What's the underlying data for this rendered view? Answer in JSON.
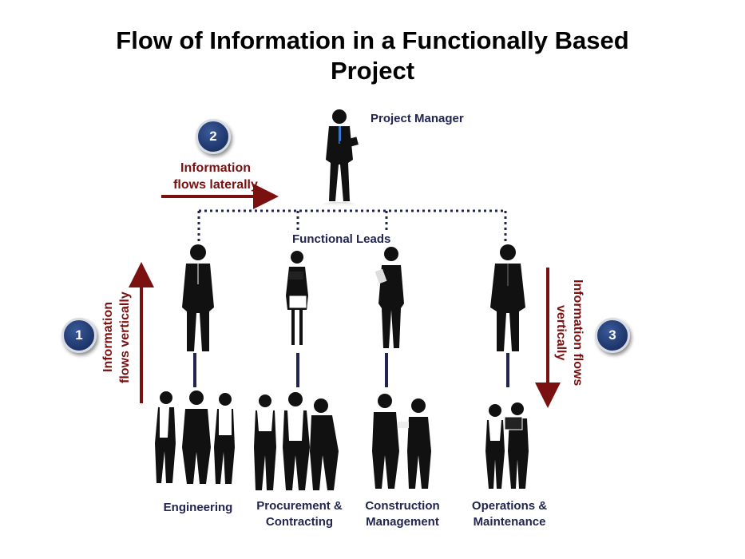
{
  "title": {
    "line1": "Flow of Information  in a Functionally Based",
    "line2": "Project"
  },
  "project_manager": {
    "label": "Project  Manager"
  },
  "functional_leads": {
    "label": "Functional  Leads"
  },
  "flows": [
    {
      "number": "1",
      "line1": "Information",
      "line2": "flows vertically"
    },
    {
      "number": "2",
      "line1": "Information",
      "line2": "flows laterally"
    },
    {
      "number": "3",
      "line1": "Information flows",
      "line2": "vertically"
    }
  ],
  "departments": [
    {
      "line1": "Engineering",
      "line2": ""
    },
    {
      "line1": "Procurement &",
      "line2": "Contracting"
    },
    {
      "line1": "Construction",
      "line2": "Management"
    },
    {
      "line1": "Operations &",
      "line2": "Maintenance"
    }
  ],
  "colors": {
    "navy": "#22254f",
    "dark_red": "#7b1010",
    "badge_blue": "#1d3468",
    "silhouette": "#111111"
  }
}
